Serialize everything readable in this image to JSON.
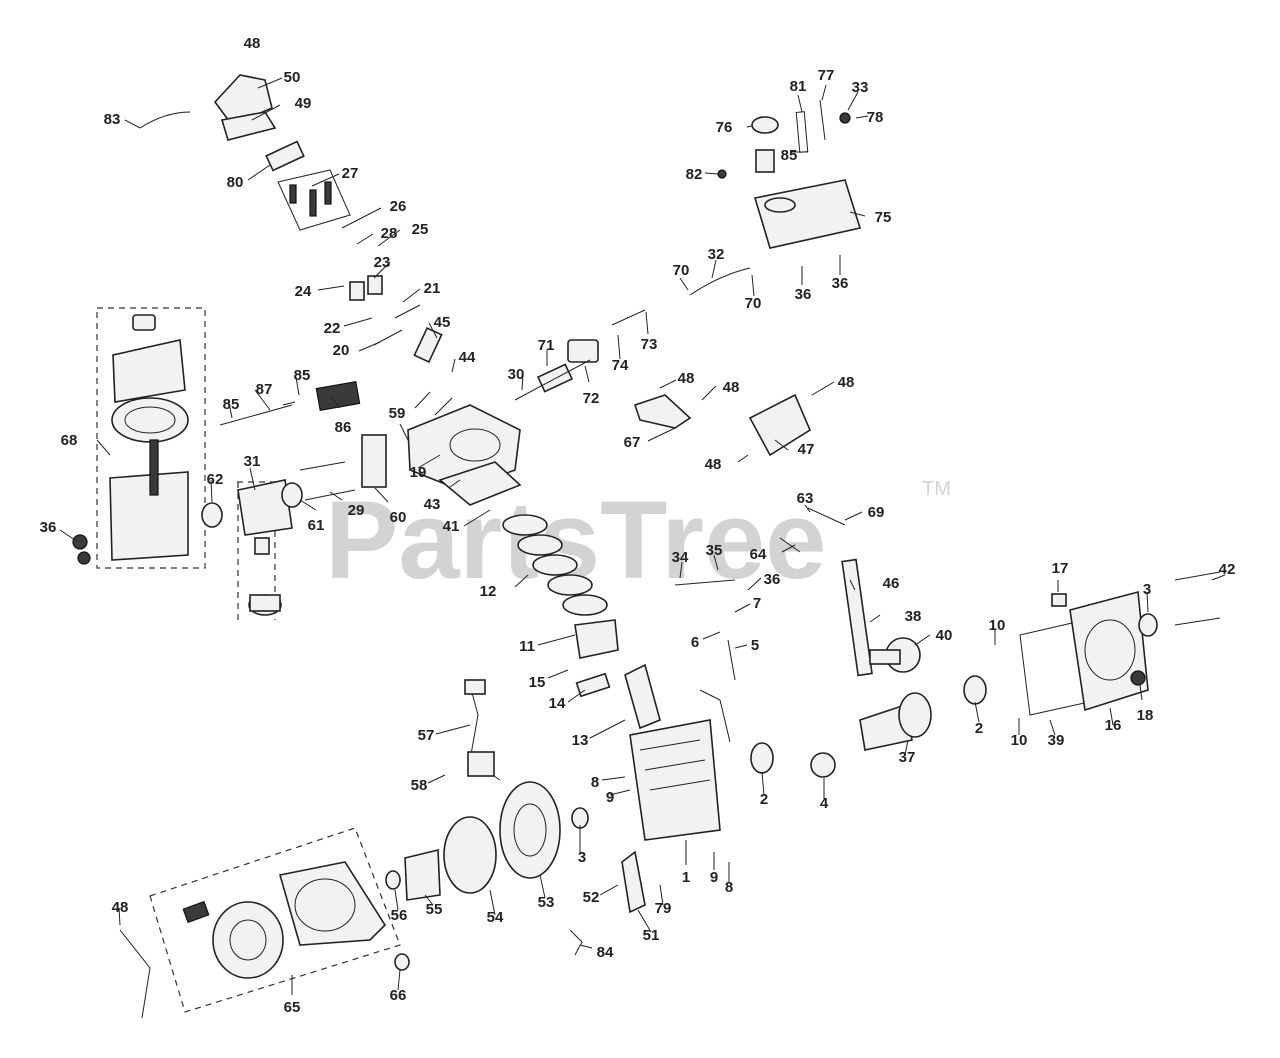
{
  "watermark": {
    "text": "PartsTree",
    "trademark": "TM"
  },
  "labels": [
    {
      "id": "48a",
      "text": "48"
    },
    {
      "id": "50",
      "text": "50"
    },
    {
      "id": "49",
      "text": "49"
    },
    {
      "id": "83",
      "text": "83"
    },
    {
      "id": "80",
      "text": "80"
    },
    {
      "id": "27",
      "text": "27"
    },
    {
      "id": "26",
      "text": "26"
    },
    {
      "id": "28",
      "text": "28"
    },
    {
      "id": "25",
      "text": "25"
    },
    {
      "id": "23",
      "text": "23"
    },
    {
      "id": "24",
      "text": "24"
    },
    {
      "id": "21",
      "text": "21"
    },
    {
      "id": "22",
      "text": "22"
    },
    {
      "id": "45",
      "text": "45"
    },
    {
      "id": "20",
      "text": "20"
    },
    {
      "id": "44",
      "text": "44"
    },
    {
      "id": "85a",
      "text": "85"
    },
    {
      "id": "87",
      "text": "87"
    },
    {
      "id": "85b",
      "text": "85"
    },
    {
      "id": "86",
      "text": "86"
    },
    {
      "id": "68",
      "text": "68"
    },
    {
      "id": "31",
      "text": "31"
    },
    {
      "id": "62",
      "text": "62"
    },
    {
      "id": "36a",
      "text": "36"
    },
    {
      "id": "61",
      "text": "61"
    },
    {
      "id": "29",
      "text": "29"
    },
    {
      "id": "60",
      "text": "60"
    },
    {
      "id": "59",
      "text": "59"
    },
    {
      "id": "19",
      "text": "19"
    },
    {
      "id": "43",
      "text": "43"
    },
    {
      "id": "41",
      "text": "41"
    },
    {
      "id": "30",
      "text": "30"
    },
    {
      "id": "71",
      "text": "71"
    },
    {
      "id": "72",
      "text": "72"
    },
    {
      "id": "74",
      "text": "74"
    },
    {
      "id": "73",
      "text": "73"
    },
    {
      "id": "70a",
      "text": "70"
    },
    {
      "id": "32",
      "text": "32"
    },
    {
      "id": "70b",
      "text": "70"
    },
    {
      "id": "81",
      "text": "81"
    },
    {
      "id": "77",
      "text": "77"
    },
    {
      "id": "33",
      "text": "33"
    },
    {
      "id": "78",
      "text": "78"
    },
    {
      "id": "76",
      "text": "76"
    },
    {
      "id": "85c",
      "text": "85"
    },
    {
      "id": "82",
      "text": "82"
    },
    {
      "id": "75",
      "text": "75"
    },
    {
      "id": "36b",
      "text": "36"
    },
    {
      "id": "36c",
      "text": "36"
    },
    {
      "id": "48b",
      "text": "48"
    },
    {
      "id": "48c",
      "text": "48"
    },
    {
      "id": "48d",
      "text": "48"
    },
    {
      "id": "67",
      "text": "67"
    },
    {
      "id": "47",
      "text": "47"
    },
    {
      "id": "48e",
      "text": "48"
    },
    {
      "id": "63",
      "text": "63"
    },
    {
      "id": "69",
      "text": "69"
    },
    {
      "id": "64",
      "text": "64"
    },
    {
      "id": "12",
      "text": "12"
    },
    {
      "id": "34",
      "text": "34"
    },
    {
      "id": "35",
      "text": "35"
    },
    {
      "id": "36d",
      "text": "36"
    },
    {
      "id": "7",
      "text": "7"
    },
    {
      "id": "46",
      "text": "46"
    },
    {
      "id": "17",
      "text": "17"
    },
    {
      "id": "3a",
      "text": "3"
    },
    {
      "id": "42",
      "text": "42"
    },
    {
      "id": "38",
      "text": "38"
    },
    {
      "id": "11",
      "text": "11"
    },
    {
      "id": "6",
      "text": "6"
    },
    {
      "id": "5",
      "text": "5"
    },
    {
      "id": "40",
      "text": "40"
    },
    {
      "id": "10a",
      "text": "10"
    },
    {
      "id": "15",
      "text": "15"
    },
    {
      "id": "14",
      "text": "14"
    },
    {
      "id": "2a",
      "text": "2"
    },
    {
      "id": "16",
      "text": "16"
    },
    {
      "id": "18",
      "text": "18"
    },
    {
      "id": "57",
      "text": "57"
    },
    {
      "id": "13",
      "text": "13"
    },
    {
      "id": "37",
      "text": "37"
    },
    {
      "id": "10b",
      "text": "10"
    },
    {
      "id": "39",
      "text": "39"
    },
    {
      "id": "58",
      "text": "58"
    },
    {
      "id": "8a",
      "text": "8"
    },
    {
      "id": "9a",
      "text": "9"
    },
    {
      "id": "2b",
      "text": "2"
    },
    {
      "id": "4",
      "text": "4"
    },
    {
      "id": "3b",
      "text": "3"
    },
    {
      "id": "1",
      "text": "1"
    },
    {
      "id": "9b",
      "text": "9"
    },
    {
      "id": "8b",
      "text": "8"
    },
    {
      "id": "48f",
      "text": "48"
    },
    {
      "id": "56",
      "text": "56"
    },
    {
      "id": "55",
      "text": "55"
    },
    {
      "id": "54",
      "text": "54"
    },
    {
      "id": "53",
      "text": "53"
    },
    {
      "id": "52",
      "text": "52"
    },
    {
      "id": "79",
      "text": "79"
    },
    {
      "id": "51",
      "text": "51"
    },
    {
      "id": "84",
      "text": "84"
    },
    {
      "id": "65",
      "text": "65"
    },
    {
      "id": "66",
      "text": "66"
    }
  ]
}
